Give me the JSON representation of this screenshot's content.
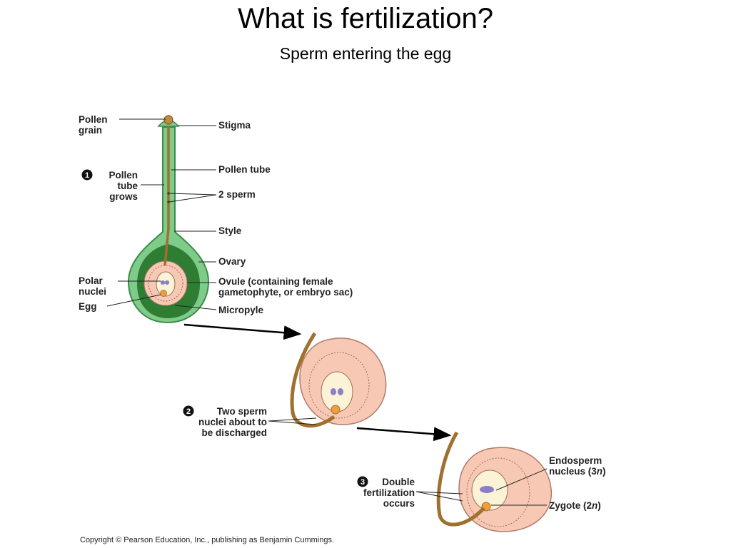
{
  "slide": {
    "title": "What is fertilization?",
    "subtitle": "Sperm entering the egg"
  },
  "diagram": {
    "labels": {
      "pollen_grain_1": "Pollen",
      "pollen_grain_2": "grain",
      "stigma": "Stigma",
      "pollen_tube": "Pollen tube",
      "two_sperm": "2 sperm",
      "style": "Style",
      "ovary": "Ovary",
      "polar_nuclei_1": "Polar",
      "polar_nuclei_2": "nuclei",
      "egg": "Egg",
      "ovule_1": "Ovule (containing female",
      "ovule_2": "gametophyte, or embryo sac)",
      "micropyle": "Micropyle",
      "endosperm_1": "Endosperm",
      "endosperm_2": "nucleus (3",
      "endosperm_n": "n",
      "endosperm_close": ")",
      "zygote_1": "Zygote (2",
      "zygote_n": "n",
      "zygote_close": ")"
    },
    "steps": [
      {
        "number": "1",
        "lines": [
          "Pollen",
          "tube",
          "grows"
        ]
      },
      {
        "number": "2",
        "lines": [
          "Two sperm",
          "nuclei about to",
          "be discharged"
        ]
      },
      {
        "number": "3",
        "lines": [
          "Double",
          "fertilization",
          "occurs"
        ]
      }
    ],
    "copyright": "Copyright © Pearson Education, Inc., publishing as Benjamin Cummings.",
    "colors": {
      "pistil_outline": "#3d8a4a",
      "pistil_fill": "#7ecb8a",
      "ovary_inner": "#2e7d32",
      "ovule_fill": "#f7c9b5",
      "embryo_sac": "#fbf3d6",
      "pollen_tube": "#a0702e",
      "nucleus": "#8a7fc8",
      "egg_cell": "#f0a030"
    }
  }
}
